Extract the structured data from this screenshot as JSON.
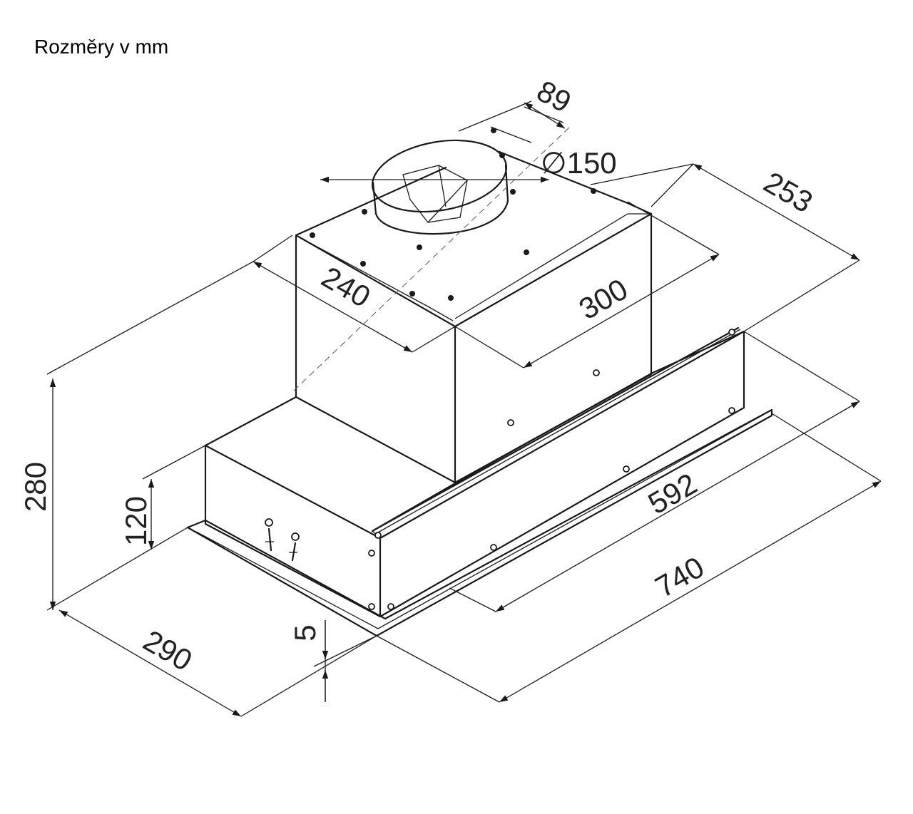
{
  "title": "Rozměry v mm",
  "dimensions": {
    "d89": "89",
    "d150": "∅150",
    "d253": "253",
    "d240": "240",
    "d300": "300",
    "d280": "280",
    "d120": "120",
    "d592": "592",
    "d740": "740",
    "d290": "290",
    "d5": "5"
  },
  "colors": {
    "line": "#1a1a1a",
    "text": "#222222",
    "background": "#ffffff"
  }
}
